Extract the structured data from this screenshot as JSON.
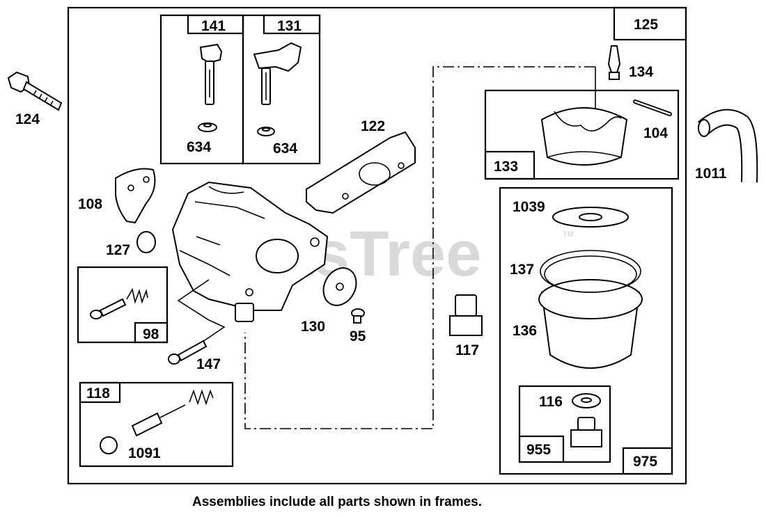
{
  "watermark": {
    "text": "PartsTree",
    "tm": "TM"
  },
  "caption": "Assemblies include all parts shown in frames.",
  "frames": {
    "f141": "141",
    "f131": "131",
    "f125": "125",
    "f133": "133",
    "f98": "98",
    "f118": "118",
    "f955": "955",
    "f975": "975"
  },
  "parts": {
    "p124": "124",
    "p634a": "634",
    "p634b": "634",
    "p122": "122",
    "p134": "134",
    "p104": "104",
    "p1011": "1011",
    "p108": "108",
    "p127": "127",
    "p1039": "1039",
    "p137": "137",
    "p130": "130",
    "p95": "95",
    "p117": "117",
    "p136": "136",
    "p147": "147",
    "p116": "116",
    "p1091": "1091"
  }
}
